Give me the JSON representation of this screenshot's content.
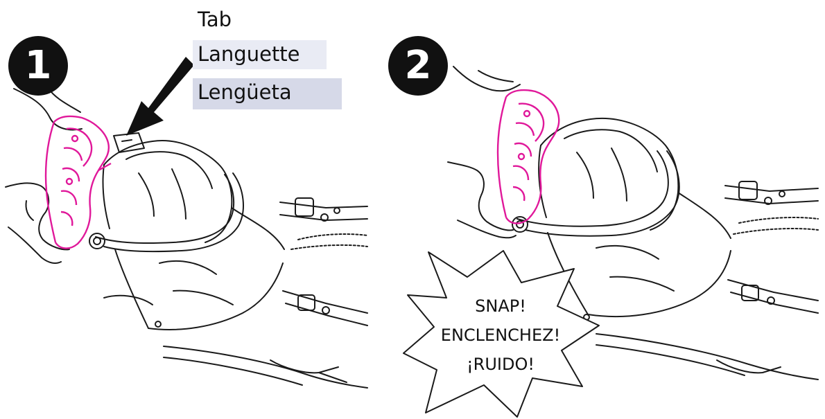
{
  "steps": [
    {
      "number": "1"
    },
    {
      "number": "2"
    }
  ],
  "callout": {
    "en": "Tab",
    "fr": "Languette",
    "es": "Lengüeta"
  },
  "burst": {
    "line1": "SNAP!",
    "line2": "ENCLENCHEZ!",
    "line3": "¡RUIDO!"
  },
  "colors": {
    "highlight": "#e0189a",
    "ink": "#1a1a1a",
    "fr_label_bg": "#e9ebf4",
    "es_label_bg": "#d6d9e8"
  }
}
